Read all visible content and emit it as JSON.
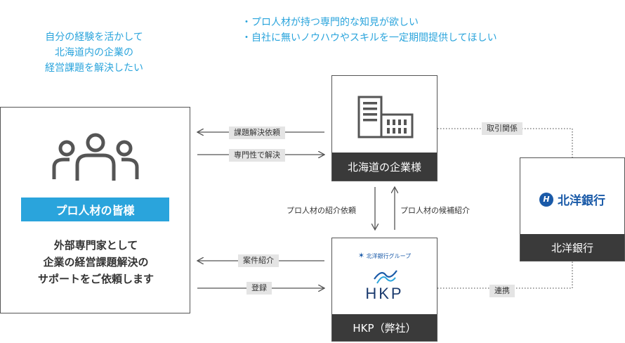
{
  "expert_needs": [
    "自分の経験を活かして",
    "北海道内の企業の",
    "経営課題を解決したい"
  ],
  "company_needs": [
    "・プロ人材が持つ専門的な知見が欲しい",
    "・自社に無いノウハウやスキルを一定期間提供してほしい"
  ],
  "experts": {
    "title": "プロ人材の皆様",
    "description": [
      "外部専門家として",
      "企業の経営課題解決の",
      "サポートをご依頼します"
    ],
    "icon": "people-group-icon"
  },
  "company": {
    "label": "北海道の企業様",
    "icon": "office-building-icon"
  },
  "hkp": {
    "label": "HKP（弊社）",
    "group_text": "北洋銀行グループ",
    "logo_text": "HKP"
  },
  "bank": {
    "logo_text": "北洋銀行",
    "label": "北洋銀行"
  },
  "arrows": {
    "request": "課題解決依頼",
    "solve": "専門性で解決",
    "intro_request": "プロ人材の紹介依頼",
    "candidate_intro": "プロ人材の候補紹介",
    "project_intro": "案件紹介",
    "register": "登録",
    "business_relation": "取引関係",
    "partnership": "連携"
  },
  "colors": {
    "accent_blue": "#2aa4dc",
    "dark": "#3a3a3a",
    "bank_blue": "#1a5aa8"
  }
}
